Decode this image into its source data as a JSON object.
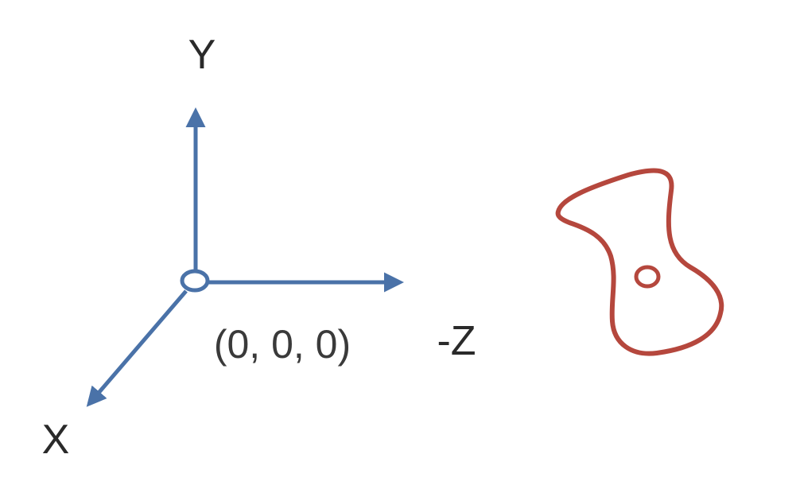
{
  "axes": {
    "y_label": "Y",
    "z_label": "-Z",
    "x_label": "X",
    "origin_label": "(0, 0, 0)"
  },
  "colors": {
    "background": "#ffffff",
    "axis": "#4a72a8",
    "object": "#b5473d",
    "text": "#2a2a2a"
  },
  "shapes": {
    "origin_marker": "hollow-circle",
    "object": "closed-irregular-blob-with-hole"
  }
}
